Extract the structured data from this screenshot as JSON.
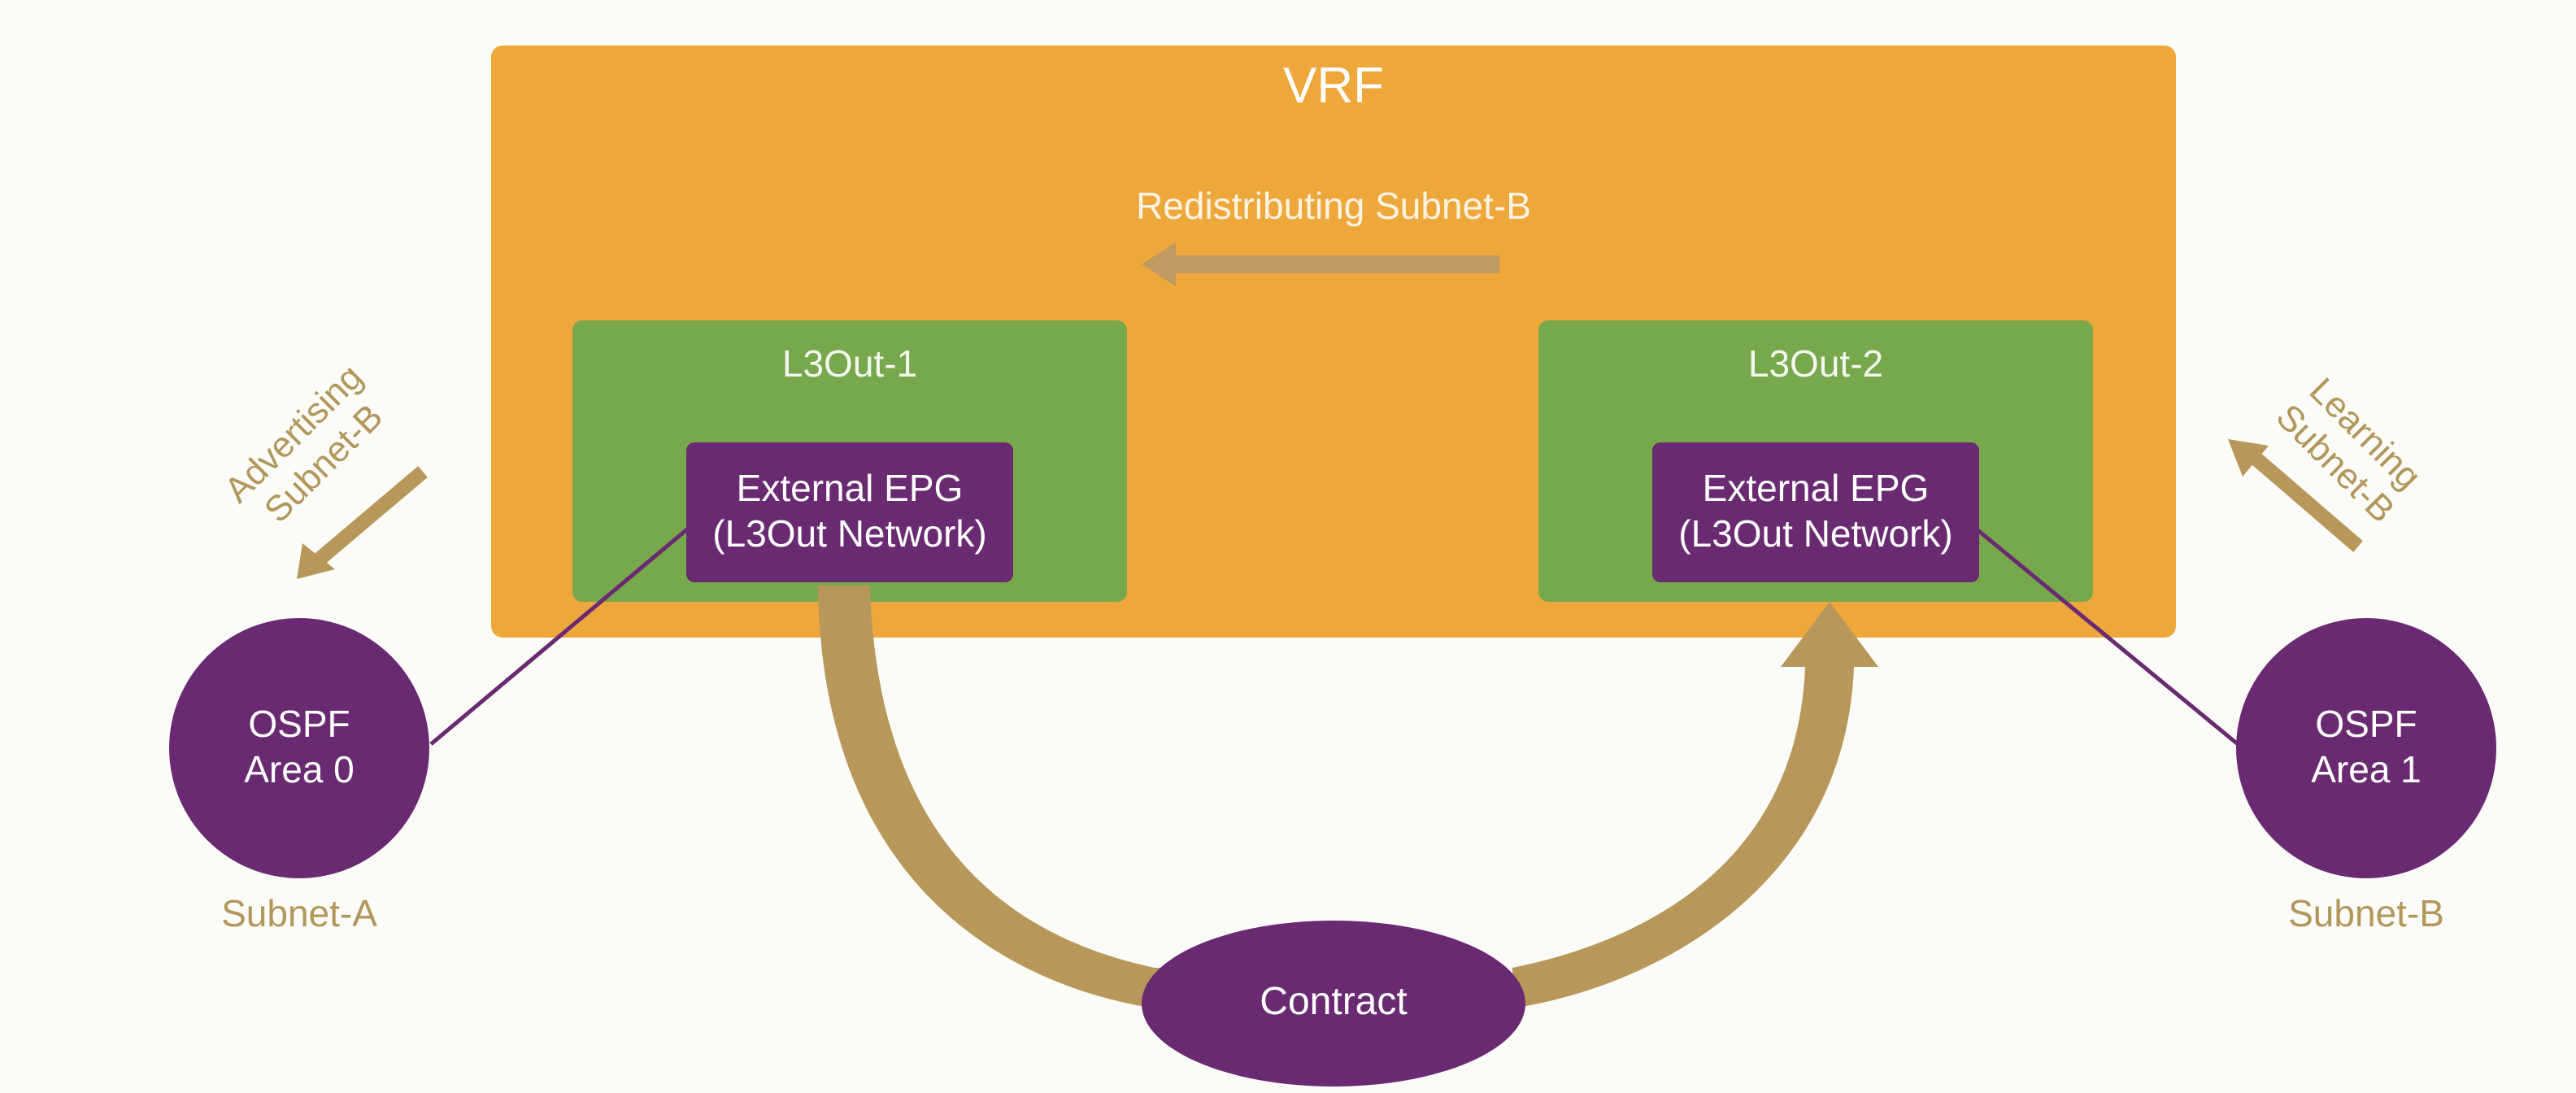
{
  "diagram": {
    "vrf": {
      "title": "VRF",
      "redistribution_label": "Redistributing Subnet-B"
    },
    "l3outs": [
      {
        "title": "L3Out-1",
        "epg_line1": "External EPG",
        "epg_line2": "(L3Out Network)"
      },
      {
        "title": "L3Out-2",
        "epg_line1": "External EPG",
        "epg_line2": "(L3Out Network)"
      }
    ],
    "ospf_areas": [
      {
        "line1": "OSPF",
        "line2": "Area 0",
        "subnet": "Subnet-A",
        "action_line1": "Advertising",
        "action_line2": "Subnet-B"
      },
      {
        "line1": "OSPF",
        "line2": "Area 1",
        "subnet": "Subnet-B",
        "action_line1": "Learning",
        "action_line2": "Subnet-B"
      }
    ],
    "contract": {
      "label": "Contract"
    },
    "colors": {
      "vrf": "#eea73a",
      "l3out": "#78a84c",
      "epg": "#6a2a72",
      "arrow": "#b8985a",
      "background": "#fbfbf8"
    }
  }
}
